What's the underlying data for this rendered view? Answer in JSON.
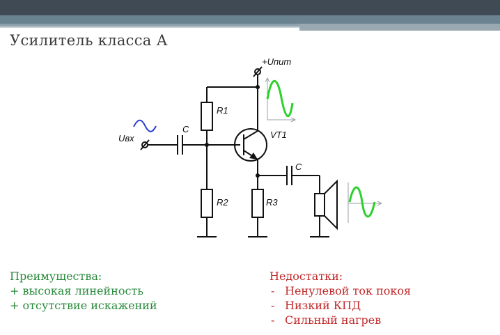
{
  "title": "Усилитель класса А",
  "circuit": {
    "labels": {
      "supply": "+Uпит",
      "input": "Uвх",
      "r1": "R1",
      "r2": "R2",
      "r3": "R3",
      "c_in": "C",
      "c_out": "C",
      "transistor": "VT1"
    }
  },
  "advantages": {
    "heading": "Преимущества:",
    "items": [
      "+ высокая линейность",
      "+ отсутствие искажений"
    ]
  },
  "disadvantages": {
    "heading": "Недостатки:",
    "bullet": "-",
    "items": [
      "Ненулевой ток покоя",
      "Низкий КПД",
      "Сильный нагрев"
    ]
  },
  "colors": {
    "input_signal": "#2b3fd0",
    "output_signal": "#2bd12b",
    "advantages_text": "#2a8a3c",
    "disadvantages_text": "#c0282a"
  }
}
